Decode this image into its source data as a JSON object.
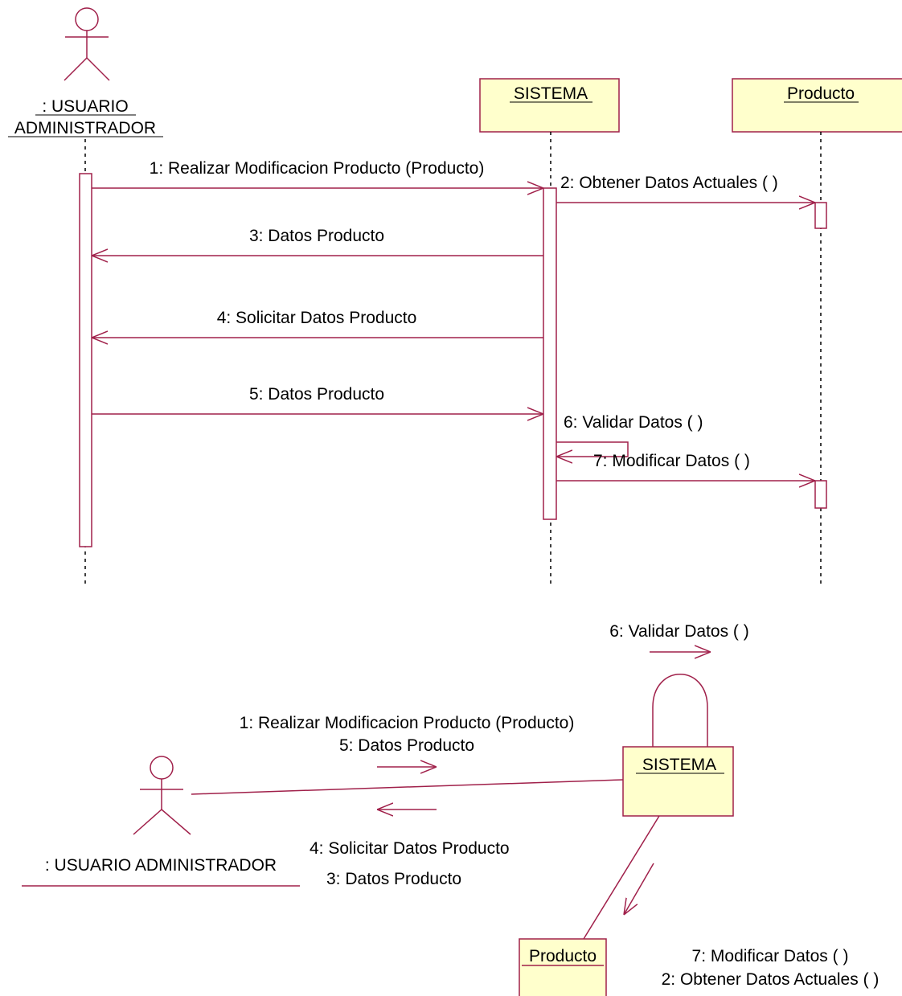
{
  "sequence": {
    "actor_label_line1": ": USUARIO",
    "actor_label_line2": "ADMINISTRADOR",
    "objects": [
      "SISTEMA",
      "Producto"
    ],
    "messages": [
      "1: Realizar Modificacion Producto (Producto)",
      "2: Obtener Datos Actuales ( )",
      "3: Datos Producto",
      "4: Solicitar Datos Producto",
      "5: Datos Producto",
      "6: Validar Datos ( )",
      "7: Modificar Datos ( )"
    ]
  },
  "collaboration": {
    "actor_label": ": USUARIO ADMINISTRADOR",
    "objects": [
      "SISTEMA",
      "Producto"
    ],
    "messages": {
      "self_msg": "6: Validar Datos ( )",
      "to_sistema_1": "1: Realizar Modificacion Producto (Producto)",
      "to_sistema_2": "5: Datos Producto",
      "to_user_1": "4: Solicitar Datos Producto",
      "to_user_2": "3: Datos Producto",
      "to_producto_1": "7: Modificar Datos ( )",
      "to_producto_2": "2: Obtener Datos Actuales ( )"
    }
  },
  "colors": {
    "line": "#a0204a",
    "box_fill": "#ffffcc",
    "text": "#000000"
  }
}
